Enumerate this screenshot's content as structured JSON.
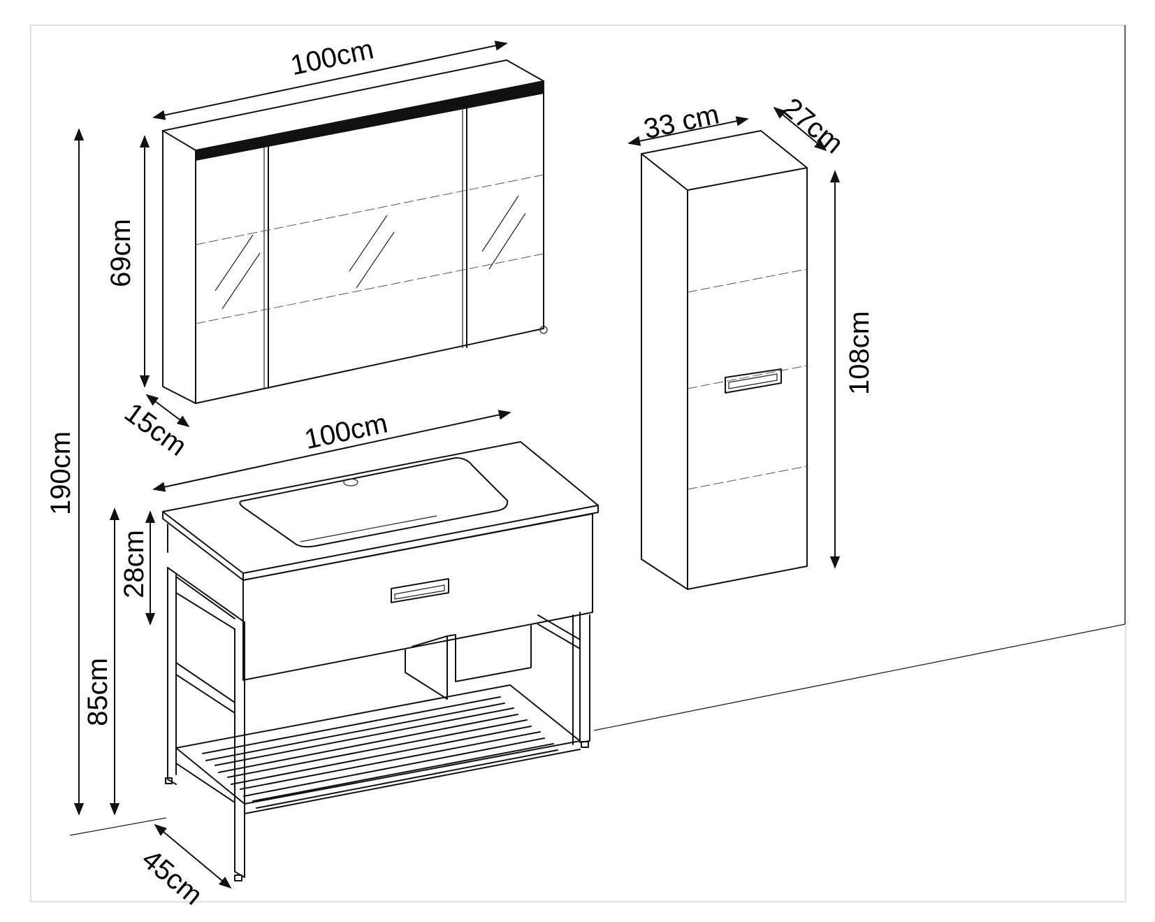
{
  "labels": {
    "mirror_width": "100cm",
    "mirror_height": "69cm",
    "mirror_depth": "15cm",
    "basin_width": "100cm",
    "total_height": "190cm",
    "drawer_height": "28cm",
    "vanity_height": "85cm",
    "vanity_depth": "45cm",
    "tall_width": "33 cm",
    "tall_depth": "27cm",
    "tall_height": "108cm"
  },
  "colors": {
    "line": "#111111",
    "frame": "#d6d6d6",
    "background": "#ffffff"
  }
}
